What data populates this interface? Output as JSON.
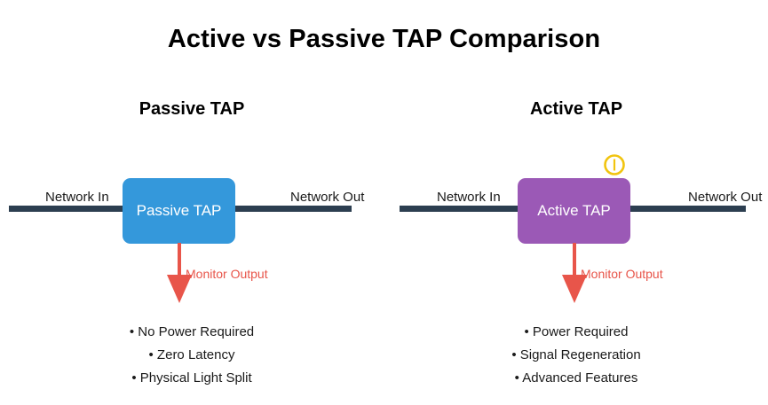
{
  "diagram": {
    "title": "Active vs Passive TAP Comparison",
    "colors": {
      "passive_box": "#3498db",
      "active_box": "#9b59b6",
      "network_line": "#2c3e50",
      "monitor_arrow": "#e8554a",
      "power_icon": "#f1c40f",
      "background": "#ffffff",
      "text": "#1a1a1a"
    },
    "panels": [
      {
        "id": "passive",
        "heading": "Passive TAP",
        "box_label": "Passive TAP",
        "network_in_label": "Network In",
        "network_out_label": "Network Out",
        "monitor_label": "Monitor Output",
        "has_power_icon": false,
        "features": [
          "• No Power Required",
          "• Zero Latency",
          "• Physical Light Split"
        ]
      },
      {
        "id": "active",
        "heading": "Active TAP",
        "box_label": "Active TAP",
        "network_in_label": "Network In",
        "network_out_label": "Network Out",
        "monitor_label": "Monitor Output",
        "has_power_icon": true,
        "power_icon_name": "power-symbol-icon",
        "features": [
          "• Power Required",
          "• Signal Regeneration",
          "• Advanced Features"
        ]
      }
    ]
  }
}
